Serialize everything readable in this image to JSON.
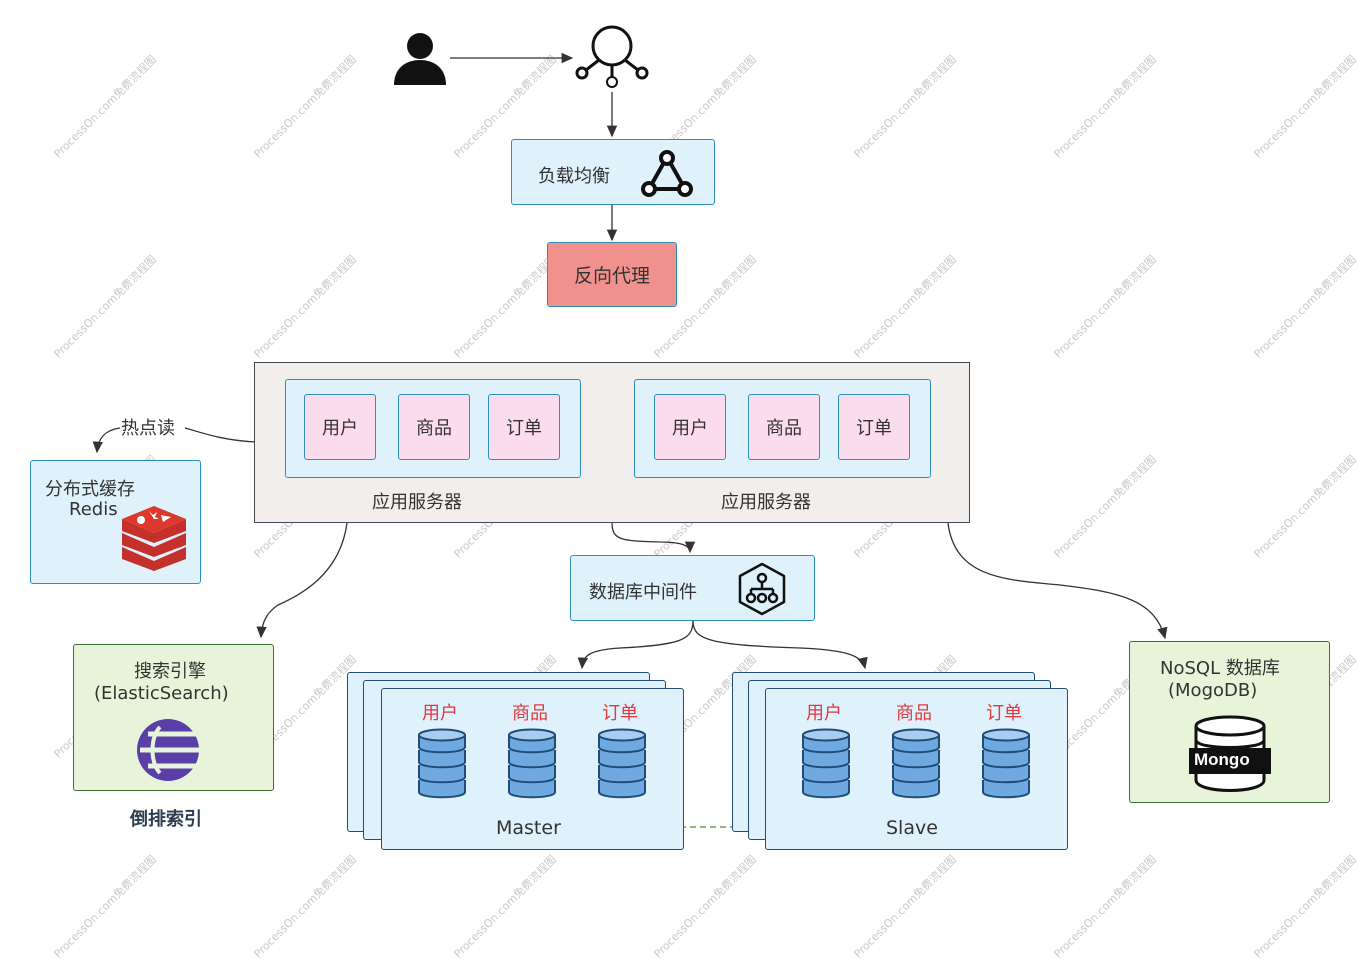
{
  "load_balancer": {
    "label": "负载均衡"
  },
  "reverse_proxy": {
    "label": "反向代理"
  },
  "hot_read": {
    "label": "热点读"
  },
  "cache": {
    "line1": "分布式缓存",
    "line2": "Redis"
  },
  "app_servers": [
    {
      "label": "应用服务器",
      "modules": [
        "用户",
        "商品",
        "订单"
      ]
    },
    {
      "label": "应用服务器",
      "modules": [
        "用户",
        "商品",
        "订单"
      ]
    }
  ],
  "db_middleware": {
    "label": "数据库中间件"
  },
  "search": {
    "line1": "搜索引擎",
    "line2": "(ElasticSearch)",
    "caption": "倒排索引"
  },
  "nosql": {
    "line1": "NoSQL 数据库",
    "line2": "(MogoDB)",
    "logo_text": "Mongo"
  },
  "master": {
    "label": "Master",
    "dbs": [
      "用户",
      "商品",
      "订单"
    ]
  },
  "slave": {
    "label": "Slave",
    "dbs": [
      "用户",
      "商品",
      "订单"
    ]
  },
  "watermark": {
    "text": "ProcessOn.com免费流程图"
  },
  "colors": {
    "box_fill": "#dff1fb",
    "box_border": "#2e8fbf",
    "module_fill": "#fbdcec",
    "proxy_fill": "#f0918e",
    "green_fill": "#e7f4d9",
    "server_fill": "#f2eeec",
    "db_label": "#e0393e",
    "replication_arrow": "#4f8f2f"
  }
}
